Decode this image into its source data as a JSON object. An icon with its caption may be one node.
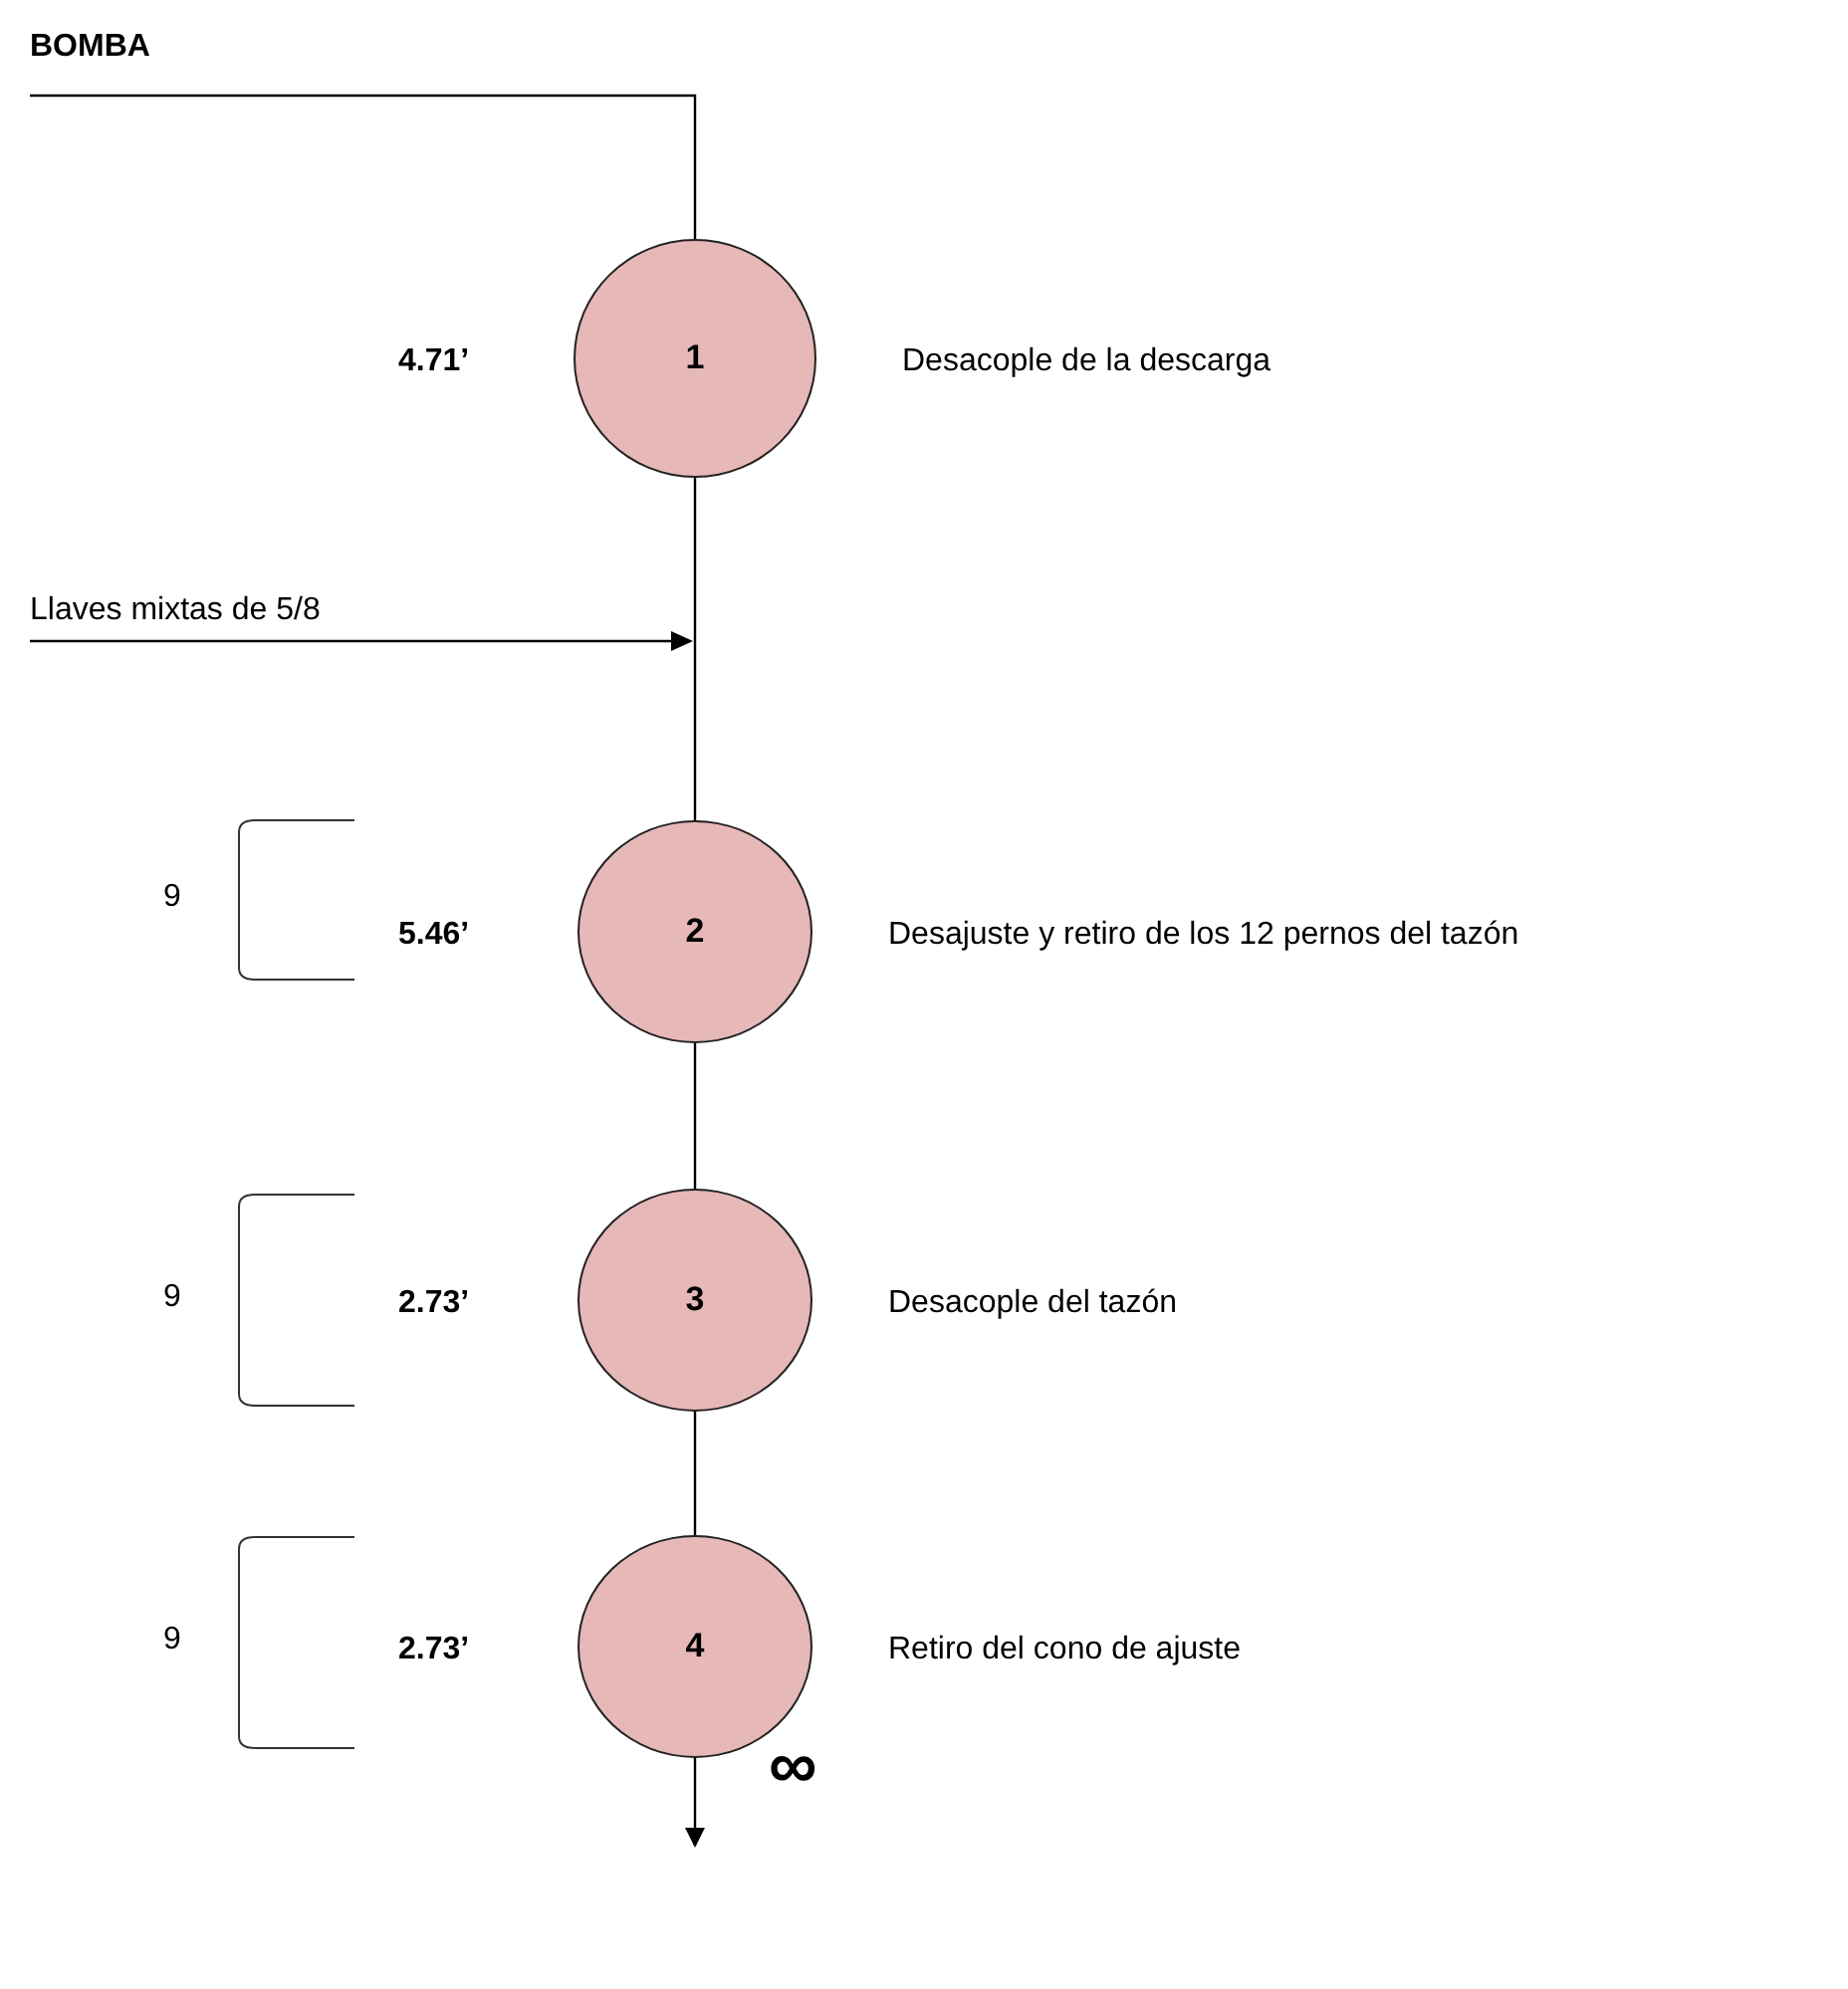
{
  "diagram": {
    "title": "BOMBA",
    "nodes": [
      {
        "text": [
          "1"
        ],
        "beside": [
          "4.71’",
          "Desacople de la descarga"
        ]
      },
      {
        "text": [
          "2"
        ],
        "beside": [
          "5.46’",
          "Desajuste y retiro de los 12 pernos del tazón"
        ]
      },
      {
        "text": [
          "3"
        ],
        "beside": [
          "2.73’",
          "Desacople del tazón"
        ]
      },
      {
        "text": [
          "4"
        ],
        "beside": [
          "2.73’",
          "Retiro del cono de ajuste"
        ]
      }
    ],
    "edges": [
      {
        "from": null,
        "to": 0,
        "arrow": "none"
      },
      {
        "from": 0,
        "to": 1,
        "arrow": "none"
      },
      {
        "from": 1,
        "to": 2,
        "arrow": "none"
      },
      {
        "from": 2,
        "to": 3,
        "arrow": "none"
      },
      {
        "from": 3,
        "to": null,
        "arrow": "to"
      }
    ],
    "labels": [
      "Llaves mixtas de 5/8",
      "9",
      "9",
      "9",
      "∞"
    ]
  }
}
